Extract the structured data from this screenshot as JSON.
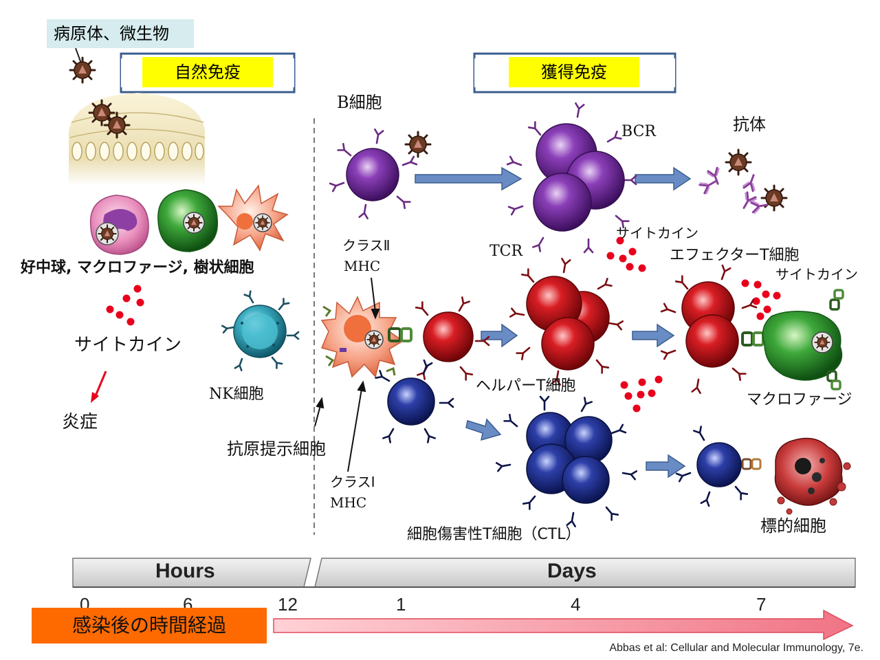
{
  "pathogen_label": "病原体、微生物",
  "innate": {
    "title": "自然免疫",
    "cells_label": "好中球, マクロファージ, 樹状細胞",
    "cytokine": "サイトカイン",
    "inflammation": "炎症",
    "nk_cell": "NK細胞"
  },
  "adaptive": {
    "title": "獲得免疫"
  },
  "labels": {
    "b_cell": "B細胞",
    "bcr": "BCR",
    "antibody": "抗体",
    "class2": "クラスⅡ",
    "mhc": "MHC",
    "tcr": "TCR",
    "cytokine_mid": "サイトカイン",
    "effector_t": "エフェクターT細胞",
    "cytokine_right": "サイトカイン",
    "helper_t": "ヘルパーT細胞",
    "macrophage": "マクロファージ",
    "apc": "抗原提示細胞",
    "class1": "クラスⅠ",
    "mhc1": "MHC",
    "ctl": "細胞傷害性T細胞（CTL）",
    "target_cell": "標的細胞"
  },
  "timeline": {
    "hours_label": "Hours",
    "days_label": "Days",
    "ticks": [
      "0",
      "6",
      "12",
      "1",
      "4",
      "7"
    ],
    "axis_title": "感染後の時間経過"
  },
  "credit": "Abbas et al: Cellular and Molecular Immunology, 7e.",
  "colors": {
    "highlight": "#ffff00",
    "time_box": "#ff6a00",
    "callout": "#d6ecee",
    "arrow": "#5b7fb8",
    "cytokine": "#e8001c"
  }
}
